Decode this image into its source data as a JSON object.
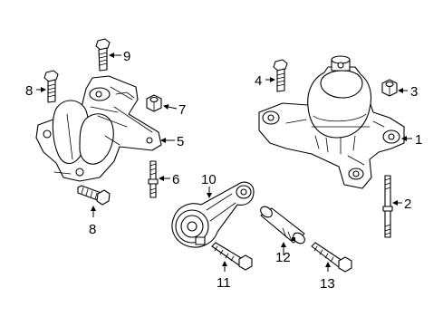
{
  "callouts": {
    "c1": "1",
    "c2": "2",
    "c3": "3",
    "c4": "4",
    "c5": "5",
    "c6": "6",
    "c7": "7",
    "c8a": "8",
    "c8b": "8",
    "c9": "9",
    "c10": "10",
    "c11": "11",
    "c12": "12",
    "c13": "13"
  }
}
